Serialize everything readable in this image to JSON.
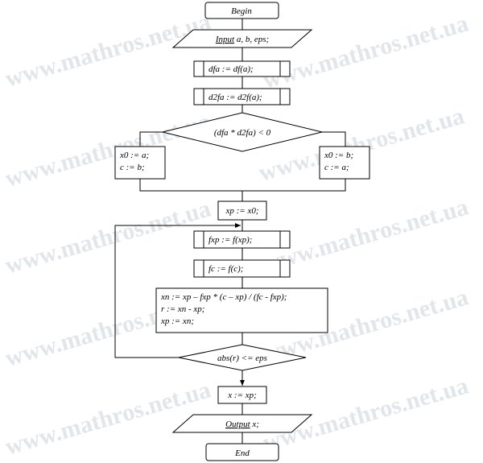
{
  "watermark": "www.mathros.net.ua",
  "flowchart": {
    "begin": "Begin",
    "input": {
      "keyword": "Input",
      "args": " a, b, eps;"
    },
    "dfa": "dfa := df(a);",
    "d2fa": "d2fa := d2f(a);",
    "condition1": "(dfa * d2fa) < 0",
    "left_branch": [
      "x0 := a;",
      "c := b;"
    ],
    "right_branch": [
      "x0 := b;",
      "c := a;"
    ],
    "xp_init": "xp := x0;",
    "fxp": "fxp := f(xp);",
    "fc": "fc := f(c);",
    "update": [
      "xn := xp – fxp * (c – xp) / (fc - fxp);",
      "r := xn - xp;",
      "xp := xn;"
    ],
    "condition2": "abs(r) <= eps",
    "x_assign": "x := xp;",
    "output": {
      "keyword": "Output",
      "args": " x;"
    },
    "end": "End"
  }
}
